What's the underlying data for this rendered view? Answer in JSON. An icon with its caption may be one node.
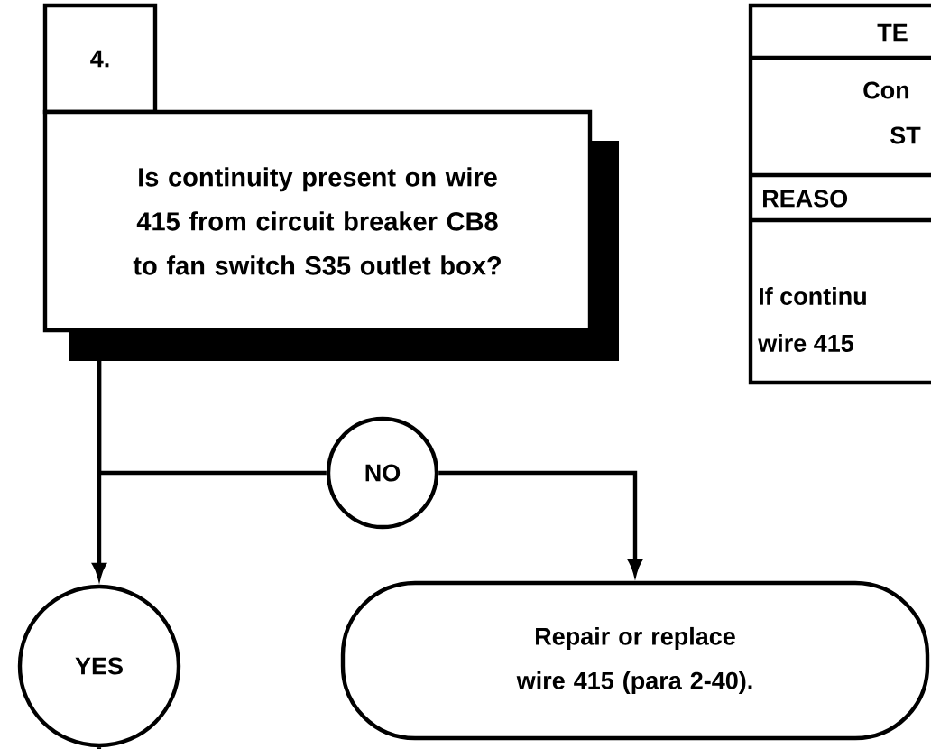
{
  "diagram": {
    "nodes": [
      {
        "text": [
          "4."
        ]
      },
      {
        "text": [
          "Is continuity present on wire 415 from circuit breaker CB8 to fan switch S35 outlet box?"
        ]
      },
      {
        "text": [
          "NO"
        ]
      },
      {
        "text": [
          "YES"
        ]
      },
      {
        "text": [
          "Repair or replace wire 415 (para 2-40)."
        ]
      }
    ],
    "edges": [
      {
        "from": 1,
        "to": 3,
        "arrow": "to"
      },
      {
        "from": 1,
        "to": 2,
        "arrow": "none"
      },
      {
        "from": 2,
        "to": 4,
        "arrow": "to"
      },
      {
        "from": 3,
        "to": null,
        "arrow": "none"
      }
    ],
    "labels": [
      "TE",
      "Con",
      "ST",
      "REASO",
      "If continu",
      "wire 415"
    ]
  }
}
